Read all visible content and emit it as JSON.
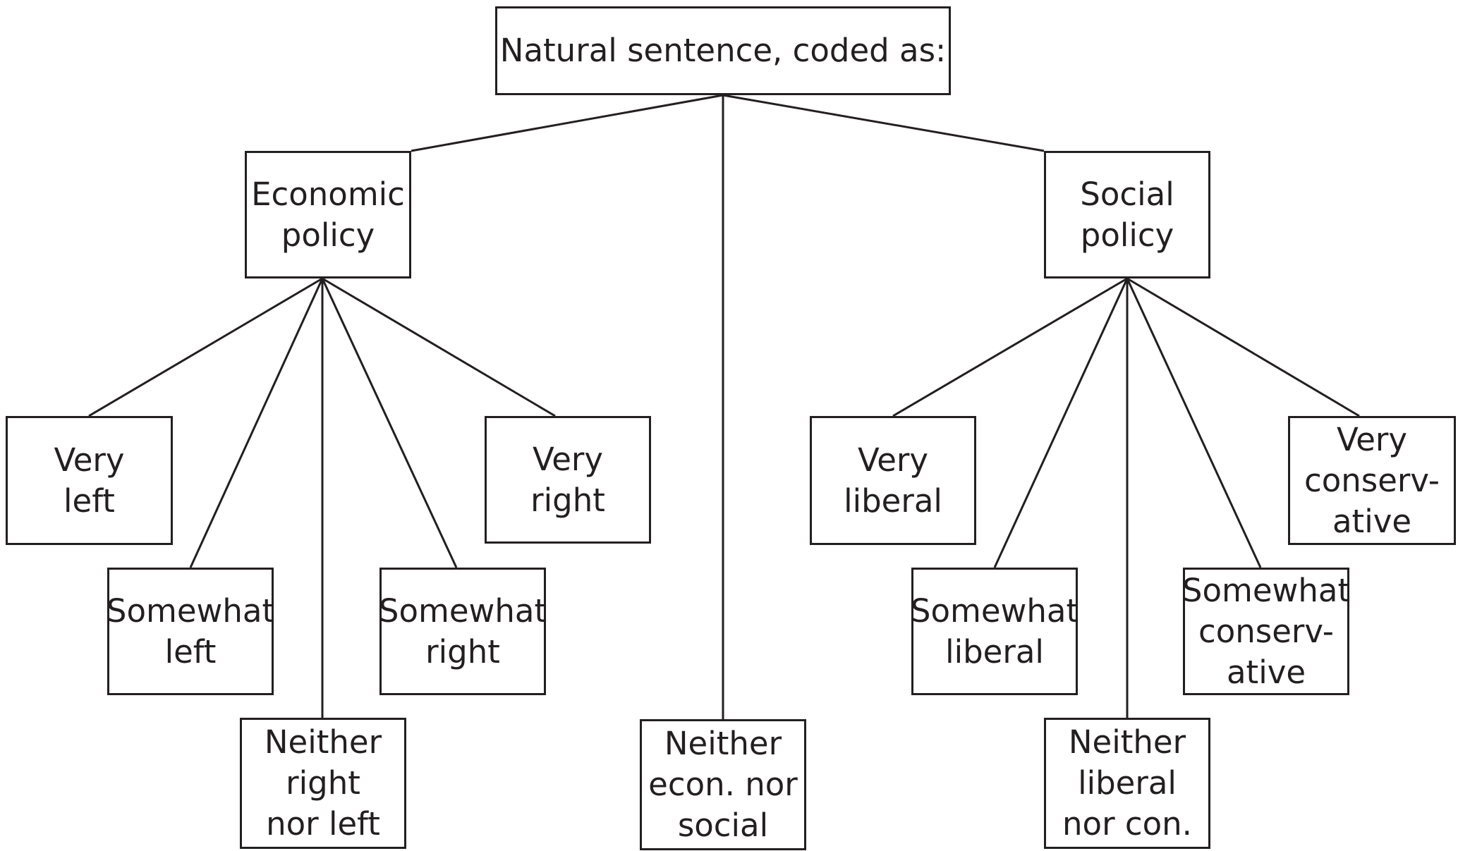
{
  "root": {
    "label": "Natural sentence, coded as:"
  },
  "economic": {
    "label": "Economic\npolicy",
    "children": {
      "very_left": "Very\nleft",
      "somewhat_left": "Somewhat\nleft",
      "neither": "Neither\nright\nnor left",
      "somewhat_right": "Somewhat\nright",
      "very_right": "Very\nright"
    }
  },
  "neither": {
    "label": "Neither\necon. nor\nsocial"
  },
  "social": {
    "label": "Social\npolicy",
    "children": {
      "very_liberal": "Very\nliberal",
      "somewhat_liberal": "Somewhat\nliberal",
      "neither": "Neither\nliberal\nnor con.",
      "somewhat_conservative": "Somewhat\nconserv-\native",
      "very_conservative": "Very\nconserv-\native"
    }
  },
  "colors": {
    "line": "#231f20",
    "background": "#ffffff"
  }
}
